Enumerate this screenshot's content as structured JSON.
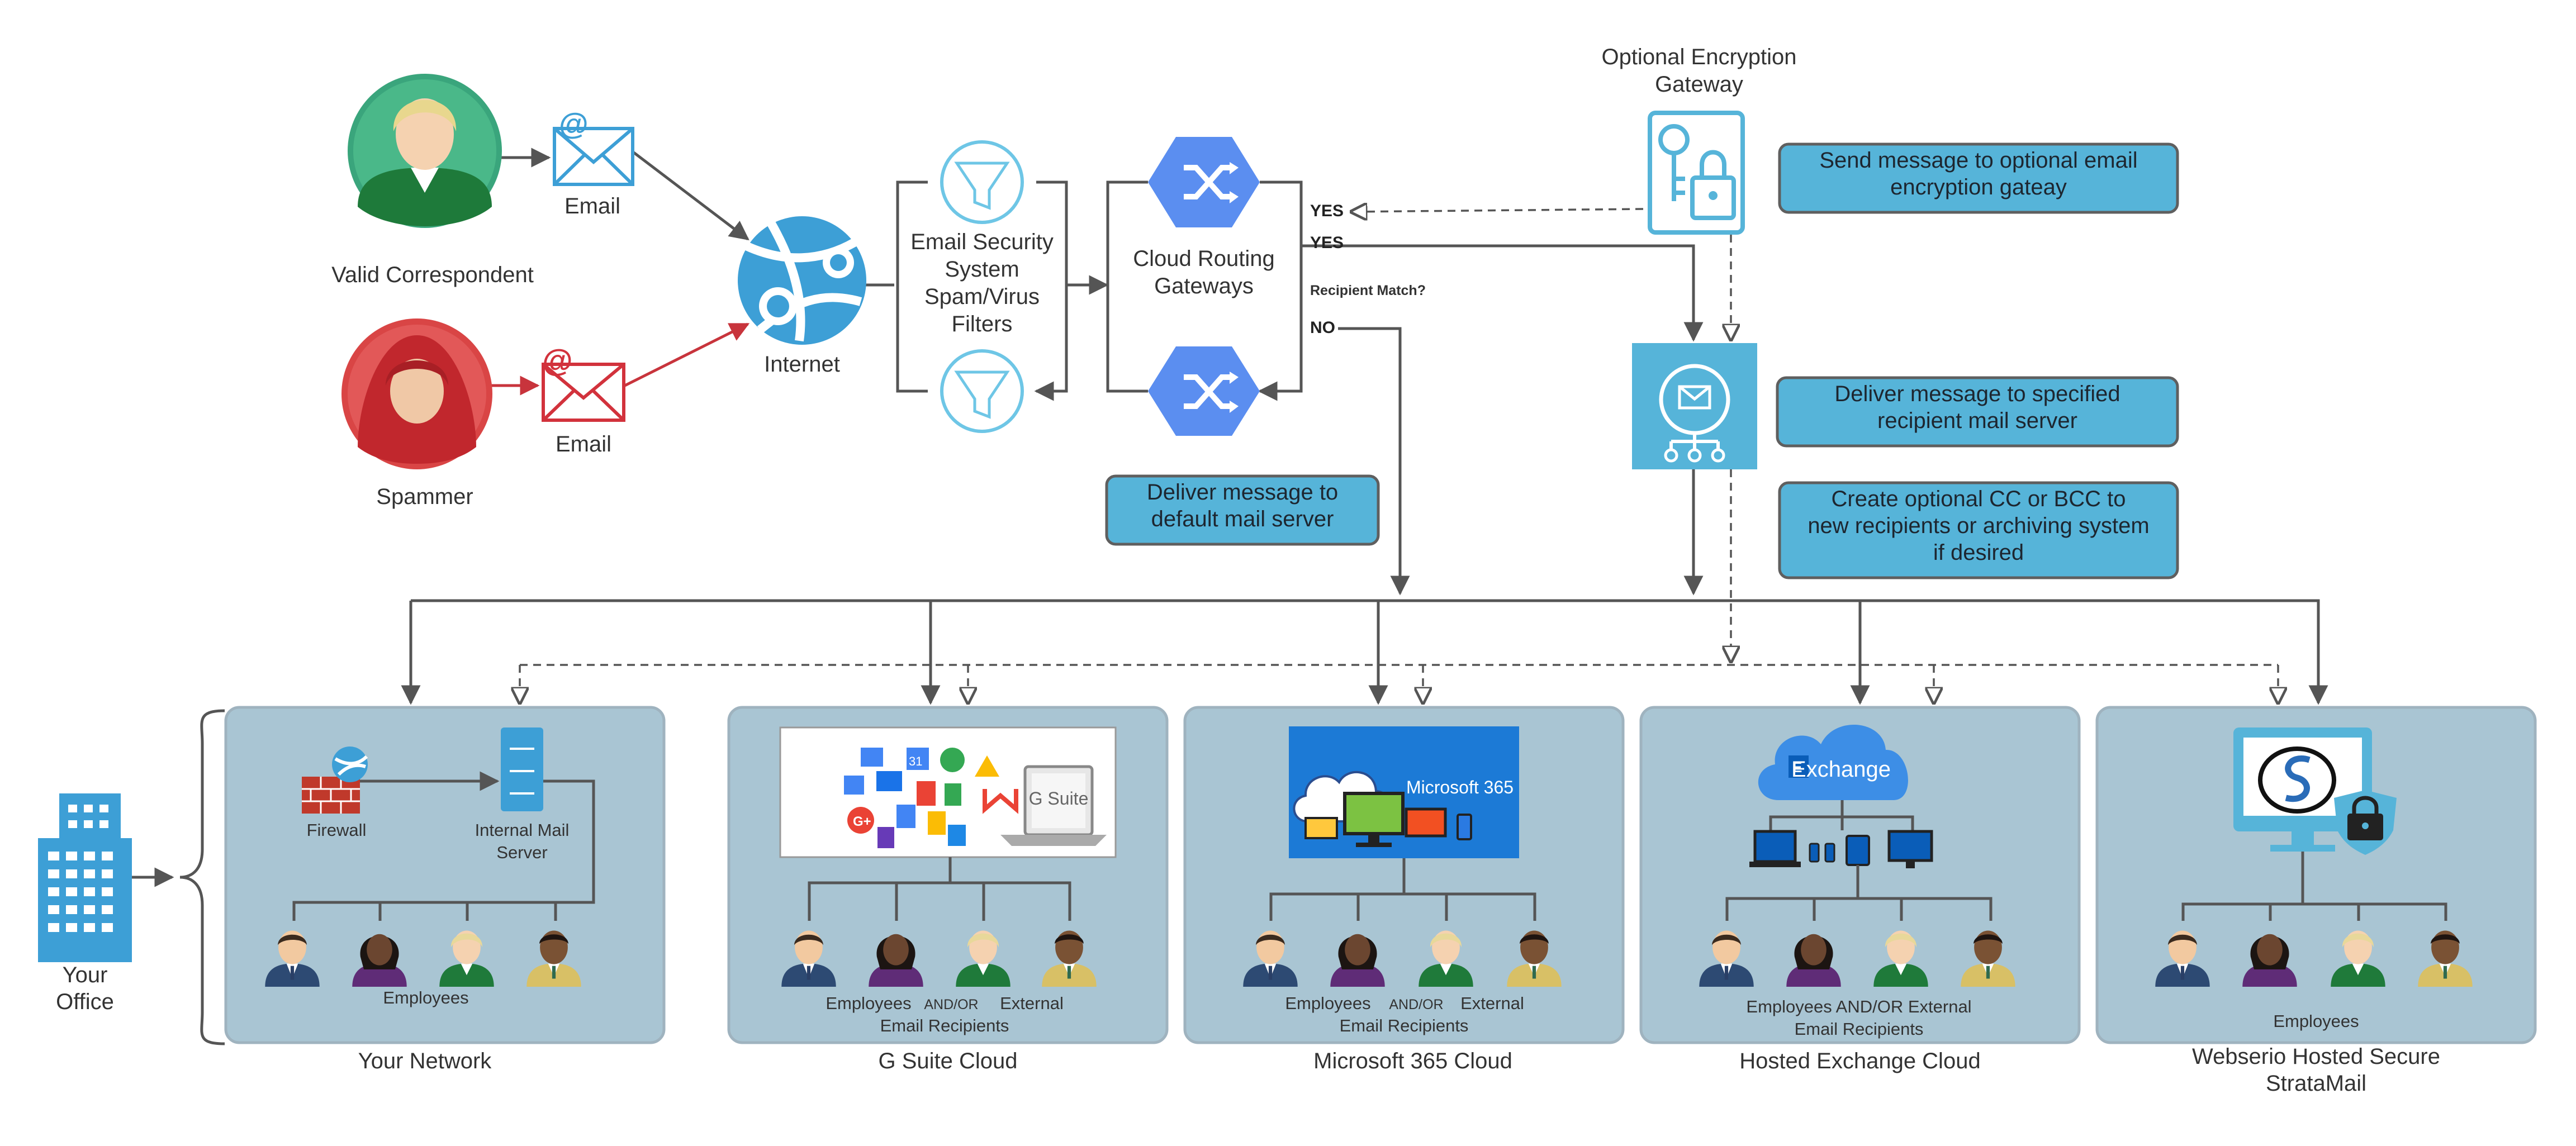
{
  "nodes": {
    "valid_correspondent": "Valid Correspondent",
    "spammer": "Spammer",
    "email_valid": "Email",
    "email_spam": "Email",
    "internet": "Internet",
    "security_line1": "Email Security",
    "security_line2": "System",
    "security_line3": "Spam/Virus",
    "security_line4": "Filters",
    "routing_line1": "Cloud Routing",
    "routing_line2": "Gateways",
    "encryption_line1": "Optional Encryption",
    "encryption_line2": "Gateway"
  },
  "decisions": {
    "yes1": "YES",
    "yes2": "YES",
    "recipient_match": "Recipient Match?",
    "no": "NO"
  },
  "notes": {
    "encrypt_line1": "Send message to optional email",
    "encrypt_line2": "encryption gateay",
    "deliver_specified_line1": "Deliver message to specified",
    "deliver_specified_line2": "recipient mail server",
    "cc_line1": "Create optional CC or BCC to",
    "cc_line2": "new recipients or archiving system",
    "cc_line3": "if desired",
    "default_line1": "Deliver message to",
    "default_line2": "default mail server"
  },
  "office": {
    "line1": "Your",
    "line2": "Office"
  },
  "panels": {
    "network": {
      "title": "Your Network",
      "firewall": "Firewall",
      "mail_server_line1": "Internal Mail",
      "mail_server_line2": "Server",
      "employees": "Employees"
    },
    "gsuite": {
      "title": "G Suite Cloud",
      "logo": "G Suite",
      "employees": "Employees",
      "andor": "AND/OR",
      "external": "External",
      "recipients": "Email Recipients"
    },
    "m365": {
      "title": "Microsoft 365 Cloud",
      "logo": "Microsoft 365",
      "employees": "Employees",
      "andor": "AND/OR",
      "external": "External",
      "recipients": "Email Recipients"
    },
    "exchange": {
      "title": "Hosted Exchange Cloud",
      "logo": "Exchange",
      "recipients_line1": "Employees AND/OR External",
      "recipients_line2": "Email Recipients"
    },
    "stratamail": {
      "title_line1": "Webserio Hosted Secure",
      "title_line2": "StrataMail",
      "employees": "Employees"
    }
  },
  "colors": {
    "note_fill": "#56b4d9",
    "panel_fill": "#a9c5d3",
    "hex_blue": "#5b8ef0",
    "valid_green": "#3aa57c",
    "spammer_red": "#d94545",
    "email_blue": "#3d9fd6",
    "email_red": "#d2323c"
  },
  "icons": [
    "person-icon",
    "hooded-spammer-icon",
    "envelope-icon",
    "globe-network-icon",
    "funnel-icon",
    "shuffle-icon",
    "key-lock-icon",
    "mail-hub-icon",
    "building-icon",
    "firewall-icon",
    "server-icon",
    "person-avatar-icon",
    "cloud-icon",
    "monitor-icon",
    "padlock-icon"
  ]
}
